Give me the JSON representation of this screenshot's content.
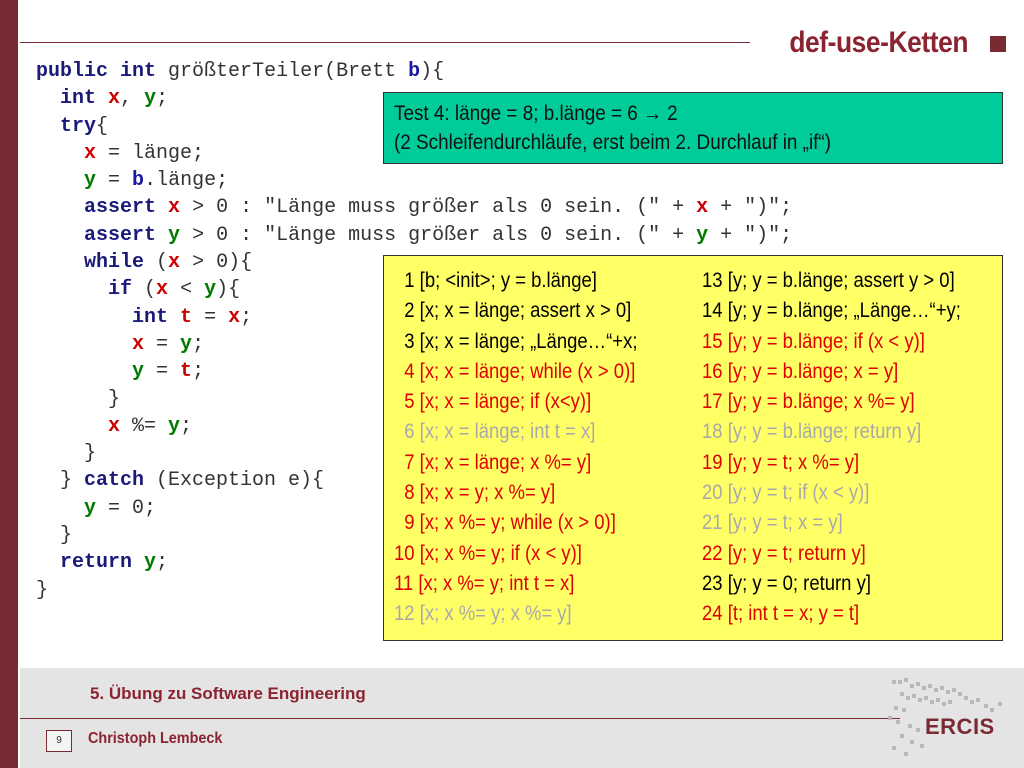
{
  "slide": {
    "title": "def-use-Ketten",
    "footer_course": "5. Übung zu Software Engineering",
    "footer_page": "9",
    "footer_author": "Christoph Lembeck",
    "logo_text": "ERCIS"
  },
  "code_lines": [
    [
      [
        "kw",
        "public"
      ],
      [
        "p",
        " "
      ],
      [
        "kw",
        "int"
      ],
      [
        "p",
        " größterTeiler(Brett "
      ],
      [
        "vb",
        "b"
      ],
      [
        "p",
        "){"
      ]
    ],
    [
      [
        "p",
        "  "
      ],
      [
        "kw",
        "int"
      ],
      [
        "p",
        " "
      ],
      [
        "vx",
        "x"
      ],
      [
        "p",
        ", "
      ],
      [
        "vy",
        "y"
      ],
      [
        "p",
        ";"
      ]
    ],
    [
      [
        "p",
        "  "
      ],
      [
        "kw",
        "try"
      ],
      [
        "p",
        "{"
      ]
    ],
    [
      [
        "p",
        "    "
      ],
      [
        "vx",
        "x"
      ],
      [
        "p",
        " = länge;"
      ]
    ],
    [
      [
        "p",
        "    "
      ],
      [
        "vy",
        "y"
      ],
      [
        "p",
        " = "
      ],
      [
        "vb",
        "b"
      ],
      [
        "p",
        ".länge;"
      ]
    ],
    [
      [
        "p",
        "    "
      ],
      [
        "kw",
        "assert"
      ],
      [
        "p",
        " "
      ],
      [
        "vx",
        "x"
      ],
      [
        "p",
        " > 0 : \"Länge muss größer als 0 sein. (\" + "
      ],
      [
        "vx",
        "x"
      ],
      [
        "p",
        " + \")\";"
      ]
    ],
    [
      [
        "p",
        "    "
      ],
      [
        "kw",
        "assert"
      ],
      [
        "p",
        " "
      ],
      [
        "vy",
        "y"
      ],
      [
        "p",
        " > 0 : \"Länge muss größer als 0 sein. (\" + "
      ],
      [
        "vy",
        "y"
      ],
      [
        "p",
        " + \")\";"
      ]
    ],
    [
      [
        "p",
        "    "
      ],
      [
        "kw",
        "while"
      ],
      [
        "p",
        " ("
      ],
      [
        "vx",
        "x"
      ],
      [
        "p",
        " > 0){"
      ]
    ],
    [
      [
        "p",
        "      "
      ],
      [
        "kw",
        "if"
      ],
      [
        "p",
        " ("
      ],
      [
        "vx",
        "x"
      ],
      [
        "p",
        " < "
      ],
      [
        "vy",
        "y"
      ],
      [
        "p",
        "){"
      ]
    ],
    [
      [
        "p",
        "        "
      ],
      [
        "kw",
        "int"
      ],
      [
        "p",
        " "
      ],
      [
        "vx",
        "t"
      ],
      [
        "p",
        " = "
      ],
      [
        "vx",
        "x"
      ],
      [
        "p",
        ";"
      ]
    ],
    [
      [
        "p",
        "        "
      ],
      [
        "vx",
        "x"
      ],
      [
        "p",
        " = "
      ],
      [
        "vy",
        "y"
      ],
      [
        "p",
        ";"
      ]
    ],
    [
      [
        "p",
        "        "
      ],
      [
        "vy",
        "y"
      ],
      [
        "p",
        " = "
      ],
      [
        "vx",
        "t"
      ],
      [
        "p",
        ";"
      ]
    ],
    [
      [
        "p",
        "      }"
      ]
    ],
    [
      [
        "p",
        "      "
      ],
      [
        "vx",
        "x"
      ],
      [
        "p",
        " %= "
      ],
      [
        "vy",
        "y"
      ],
      [
        "p",
        ";"
      ]
    ],
    [
      [
        "p",
        "    }"
      ]
    ],
    [
      [
        "p",
        "  } "
      ],
      [
        "kw",
        "catch"
      ],
      [
        "p",
        " (Exception e){"
      ]
    ],
    [
      [
        "p",
        "    "
      ],
      [
        "vy",
        "y"
      ],
      [
        "p",
        " = 0;"
      ]
    ],
    [
      [
        "p",
        "  }"
      ]
    ],
    [
      [
        "p",
        "  "
      ],
      [
        "kw",
        "return"
      ],
      [
        "p",
        " "
      ],
      [
        "vy",
        "y"
      ],
      [
        "p",
        ";"
      ]
    ],
    [
      [
        "p",
        "}"
      ]
    ]
  ],
  "test_box": {
    "line1": "Test 4: länge = 8; b.länge = 6 → 2",
    "line2": "(2 Schleifendurchläufe, erst beim 2. Durchlauf in „if“)"
  },
  "chains_left": [
    {
      "text": "  1 [b; <init>; y = b.länge]",
      "color": "black"
    },
    {
      "text": "  2 [x; x = länge; assert x > 0]",
      "color": "black"
    },
    {
      "text": "  3 [x; x = länge; „Länge…“+x;",
      "color": "black"
    },
    {
      "text": "  4 [x; x = länge; while (x > 0)]",
      "color": "red"
    },
    {
      "text": "  5 [x; x = länge; if (x<y)]",
      "color": "red"
    },
    {
      "text": "  6 [x; x = länge; int t = x]",
      "color": "gray"
    },
    {
      "text": "  7 [x; x = länge; x %= y]",
      "color": "red"
    },
    {
      "text": "  8 [x; x = y; x %= y]",
      "color": "red"
    },
    {
      "text": "  9 [x; x %= y; while (x > 0)]",
      "color": "red"
    },
    {
      "text": "10 [x; x %= y; if (x < y)]",
      "color": "red"
    },
    {
      "text": "11 [x; x %= y; int t = x]",
      "color": "red"
    },
    {
      "text": "12 [x; x %= y; x %= y]",
      "color": "gray"
    }
  ],
  "chains_right": [
    {
      "text": "13 [y; y = b.länge; assert y > 0]",
      "color": "black"
    },
    {
      "text": "14 [y; y = b.länge; „Länge…“+y;",
      "color": "black"
    },
    {
      "text": "15 [y; y = b.länge; if (x < y)]",
      "color": "red"
    },
    {
      "text": "16 [y; y = b.länge; x = y]",
      "color": "red"
    },
    {
      "text": "17 [y; y = b.länge; x %= y]",
      "color": "red"
    },
    {
      "text": "18 [y; y = b.länge; return y]",
      "color": "gray"
    },
    {
      "text": "19 [y; y = t; x %= y]",
      "color": "red"
    },
    {
      "text": "20 [y; y = t; if (x < y)]",
      "color": "gray"
    },
    {
      "text": "21 [y; y = t; x = y]",
      "color": "gray"
    },
    {
      "text": "22 [y; y = t; return y]",
      "color": "red"
    },
    {
      "text": "23 [y; y = 0; return y]",
      "color": "black"
    },
    {
      "text": "24 [t; int t = x; y = t]",
      "color": "red"
    }
  ],
  "colors": {
    "accent": "#7a2a33",
    "title": "#8b2330",
    "test_box_bg": "#00cc99",
    "chain_box_bg": "#ffff66",
    "red": "#e00000",
    "gray": "#a9a9a9"
  }
}
